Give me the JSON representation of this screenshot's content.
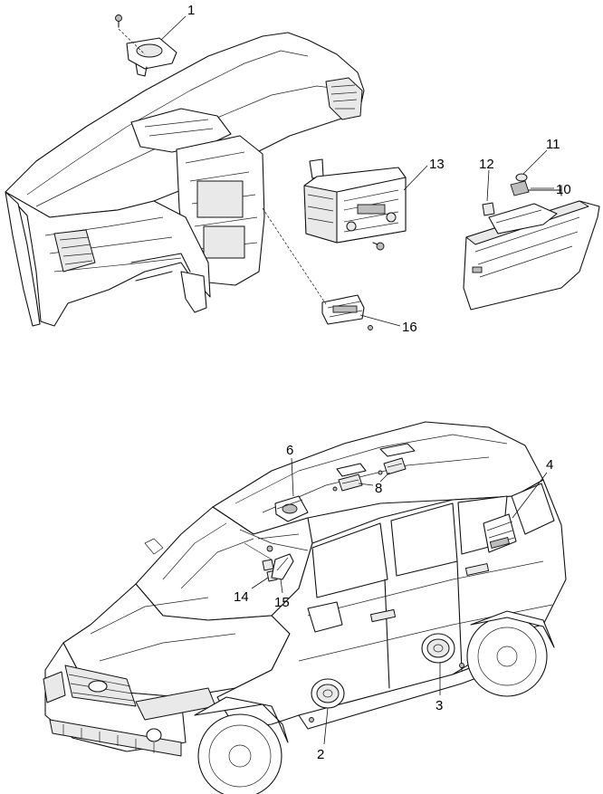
{
  "callouts": {
    "c1": "1",
    "c2": "2",
    "c3": "3",
    "c4": "4",
    "c6": "6",
    "c8": "8",
    "c10": "10",
    "c11": "11",
    "c12": "12",
    "c13": "13",
    "c14": "14",
    "c15": "15",
    "c16": "16"
  },
  "colors": {
    "line": "#111111",
    "background": "#ffffff",
    "part_shade": "#bdbdbd"
  }
}
